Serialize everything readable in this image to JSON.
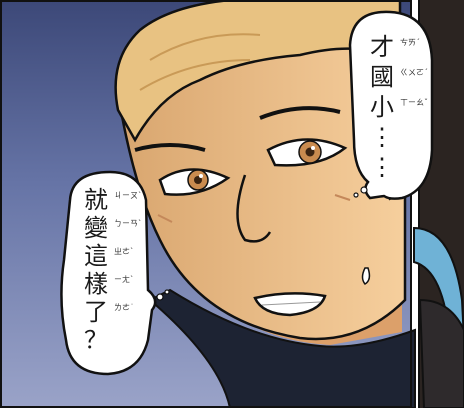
{
  "panel": {
    "speech_right": {
      "chars": [
        "才",
        "國",
        "小",
        "⋮",
        "⋮"
      ],
      "ruby": [
        "ㄘㄞˊ",
        "ㄍㄨㄛˊ",
        "ㄒㄧㄠˇ"
      ]
    },
    "speech_left": {
      "chars": [
        "就",
        "變",
        "這",
        "樣",
        "了",
        "？"
      ],
      "ruby": [
        "ㄐㄧㄡˋ",
        "ㄅㄧㄢˋ",
        "ㄓㄜˋ",
        "ㄧㄤˋ",
        "ㄌㄜ˙"
      ]
    },
    "colors": {
      "skin": "#f3c894",
      "hair": "#e8c282",
      "background": "#5a6aa0",
      "shirt": "#1d2333",
      "headphone": "#6fb2d6"
    }
  }
}
